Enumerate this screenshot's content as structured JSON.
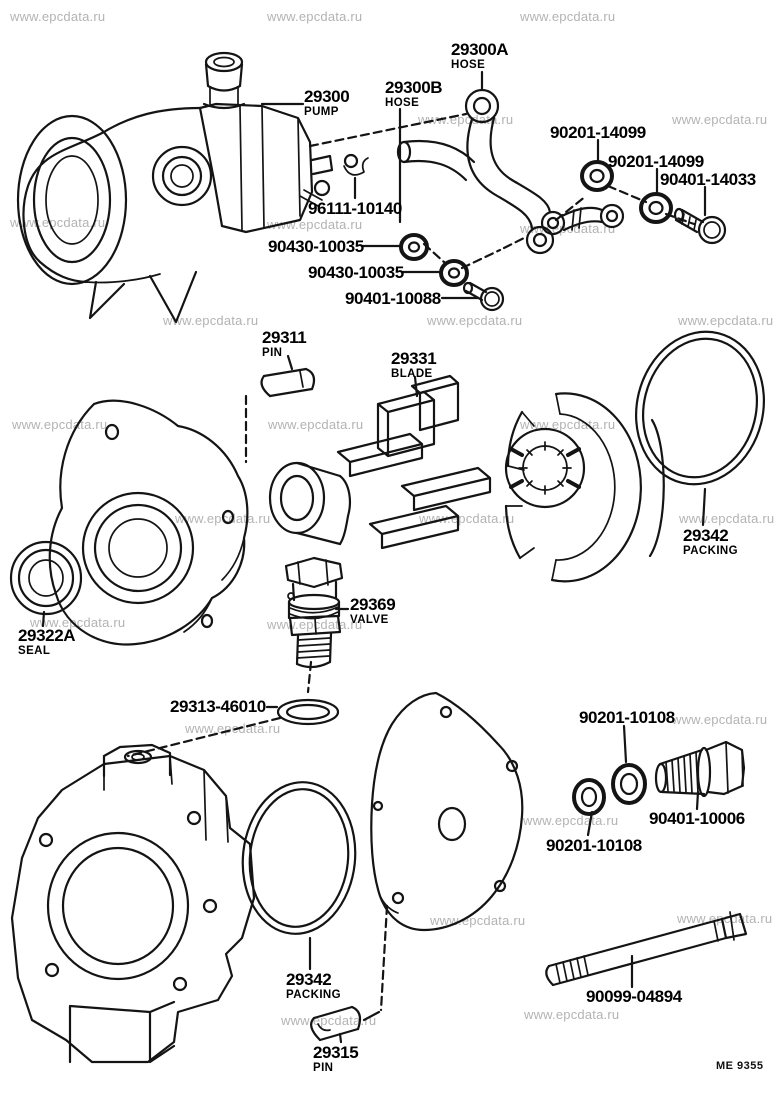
{
  "watermark": "www.epcdata.ru",
  "figure_code": "ME 9355",
  "callouts": [
    {
      "number": "29300A",
      "sub": "HOSE"
    },
    {
      "number": "29300B",
      "sub": "HOSE"
    },
    {
      "number": "29300",
      "sub": "PUMP"
    },
    {
      "number": "90201-14099",
      "sub": ""
    },
    {
      "number": "90201-14099",
      "sub": ""
    },
    {
      "number": "90401-14033",
      "sub": ""
    },
    {
      "number": "96111-10140",
      "sub": ""
    },
    {
      "number": "90430-10035",
      "sub": ""
    },
    {
      "number": "90430-10035",
      "sub": ""
    },
    {
      "number": "90401-10088",
      "sub": ""
    },
    {
      "number": "29311",
      "sub": "PIN"
    },
    {
      "number": "29331",
      "sub": "BLADE"
    },
    {
      "number": "29342",
      "sub": "PACKING"
    },
    {
      "number": "29322A",
      "sub": "SEAL"
    },
    {
      "number": "29369",
      "sub": "VALVE"
    },
    {
      "number": "29313-46010",
      "sub": ""
    },
    {
      "number": "90201-10108",
      "sub": ""
    },
    {
      "number": "90401-10006",
      "sub": ""
    },
    {
      "number": "90201-10108",
      "sub": ""
    },
    {
      "number": "29342",
      "sub": "PACKING"
    },
    {
      "number": "29315",
      "sub": "PIN"
    },
    {
      "number": "90099-04894",
      "sub": ""
    }
  ]
}
